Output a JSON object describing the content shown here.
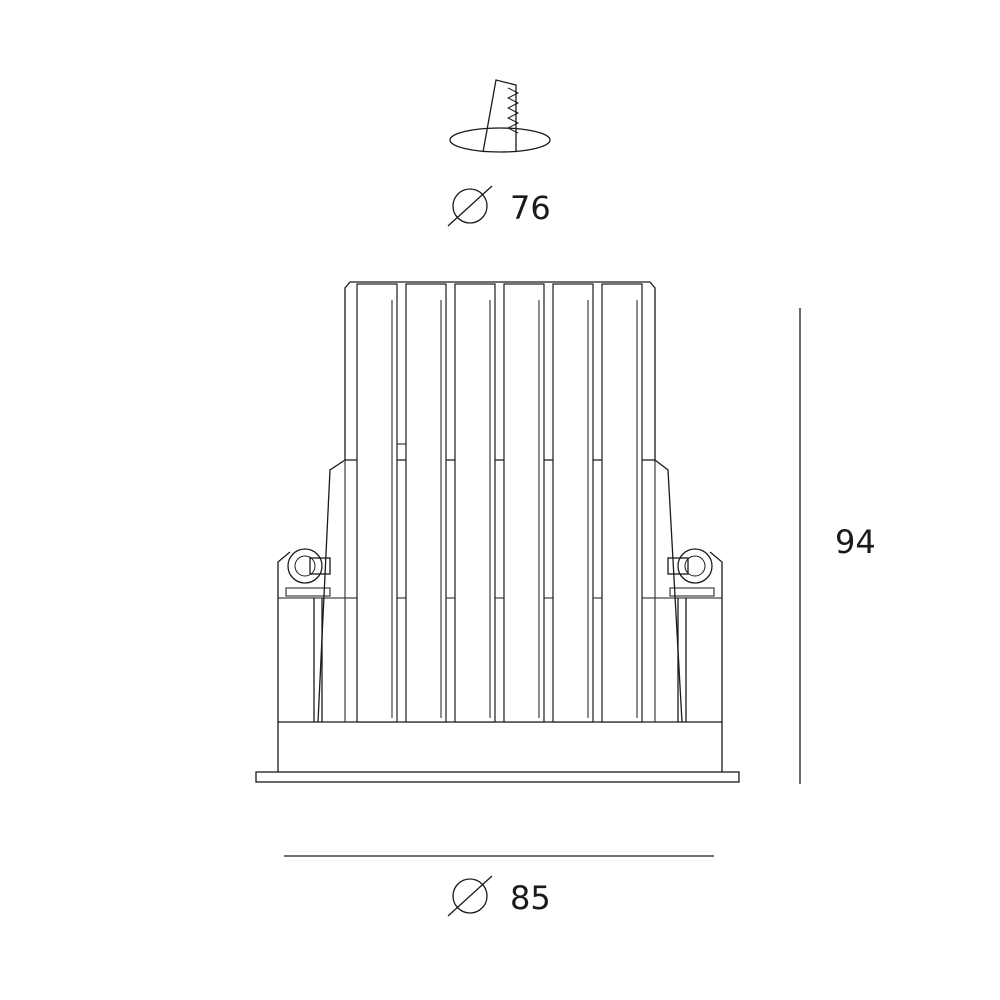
{
  "cutout_dimension": {
    "symbol": "diameter-icon",
    "value": "76"
  },
  "height_dimension": {
    "value": "94"
  },
  "outer_dimension": {
    "symbol": "diameter-icon",
    "value": "85"
  },
  "colors": {
    "line": "#1a1a1a",
    "background": "#ffffff"
  }
}
